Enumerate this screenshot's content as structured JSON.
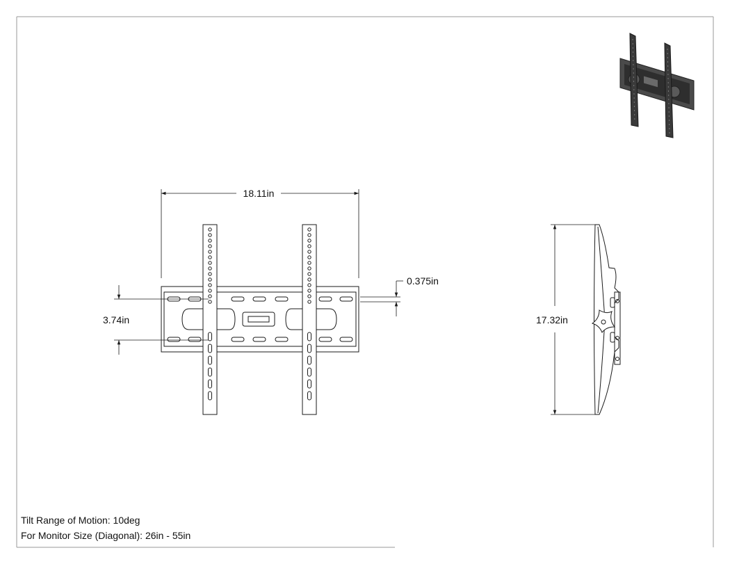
{
  "drawing": {
    "dimensions": {
      "overall_width": "18.11in",
      "slot_spacing": "3.74in",
      "rail_depth": "0.375in",
      "overall_height": "17.32in"
    },
    "notes": {
      "tilt": "Tilt Range of Motion: 10deg",
      "monitor_size": "For Monitor Size (Diagonal): 26in - 55in"
    }
  },
  "colors": {
    "line": "#1a1a1a",
    "frame": "#9a9a9a",
    "render_dark": "#3a3a3a"
  }
}
